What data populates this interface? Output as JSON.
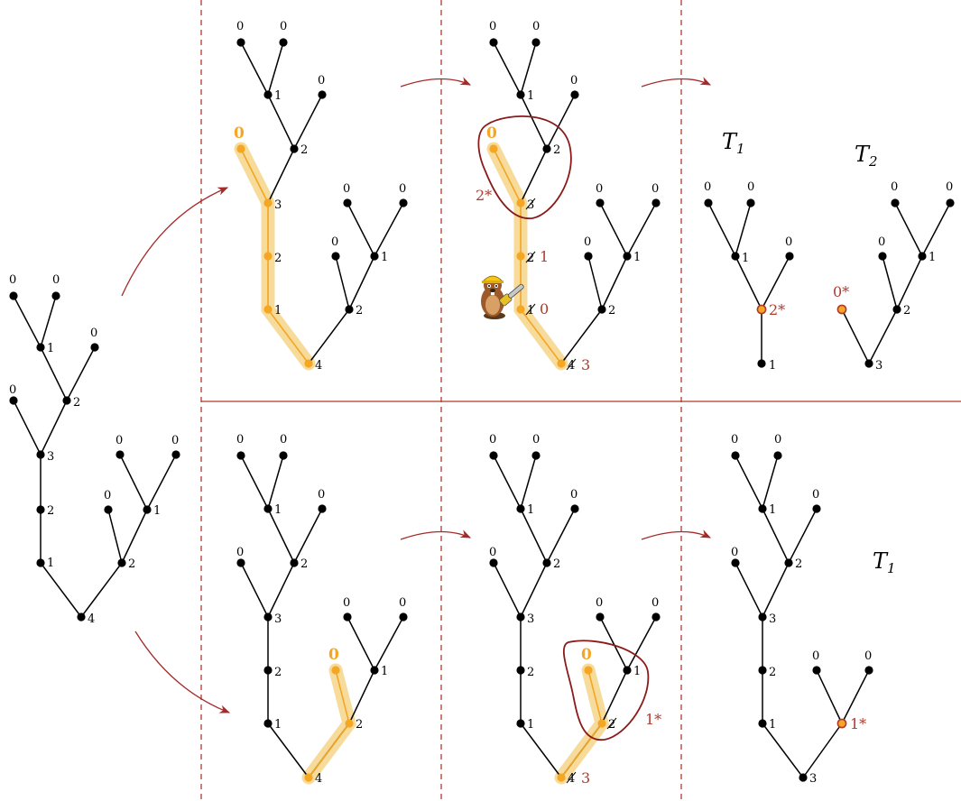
{
  "labels": {
    "t1": "T",
    "t1_sub": "1",
    "t2": "T",
    "t2_sub": "2",
    "t1b": "T",
    "t1b_sub": "1",
    "cut_top": "2*",
    "cut_bottom": "1*",
    "mark_2star": "2*",
    "mark_0star": "0*",
    "mark_1star": "1*",
    "new_1": "1",
    "new_0": "0",
    "new_3": "3",
    "new_3b": "3",
    "leaf_hl": "0"
  },
  "icons": [
    "beaver-chainsaw-icon"
  ]
}
